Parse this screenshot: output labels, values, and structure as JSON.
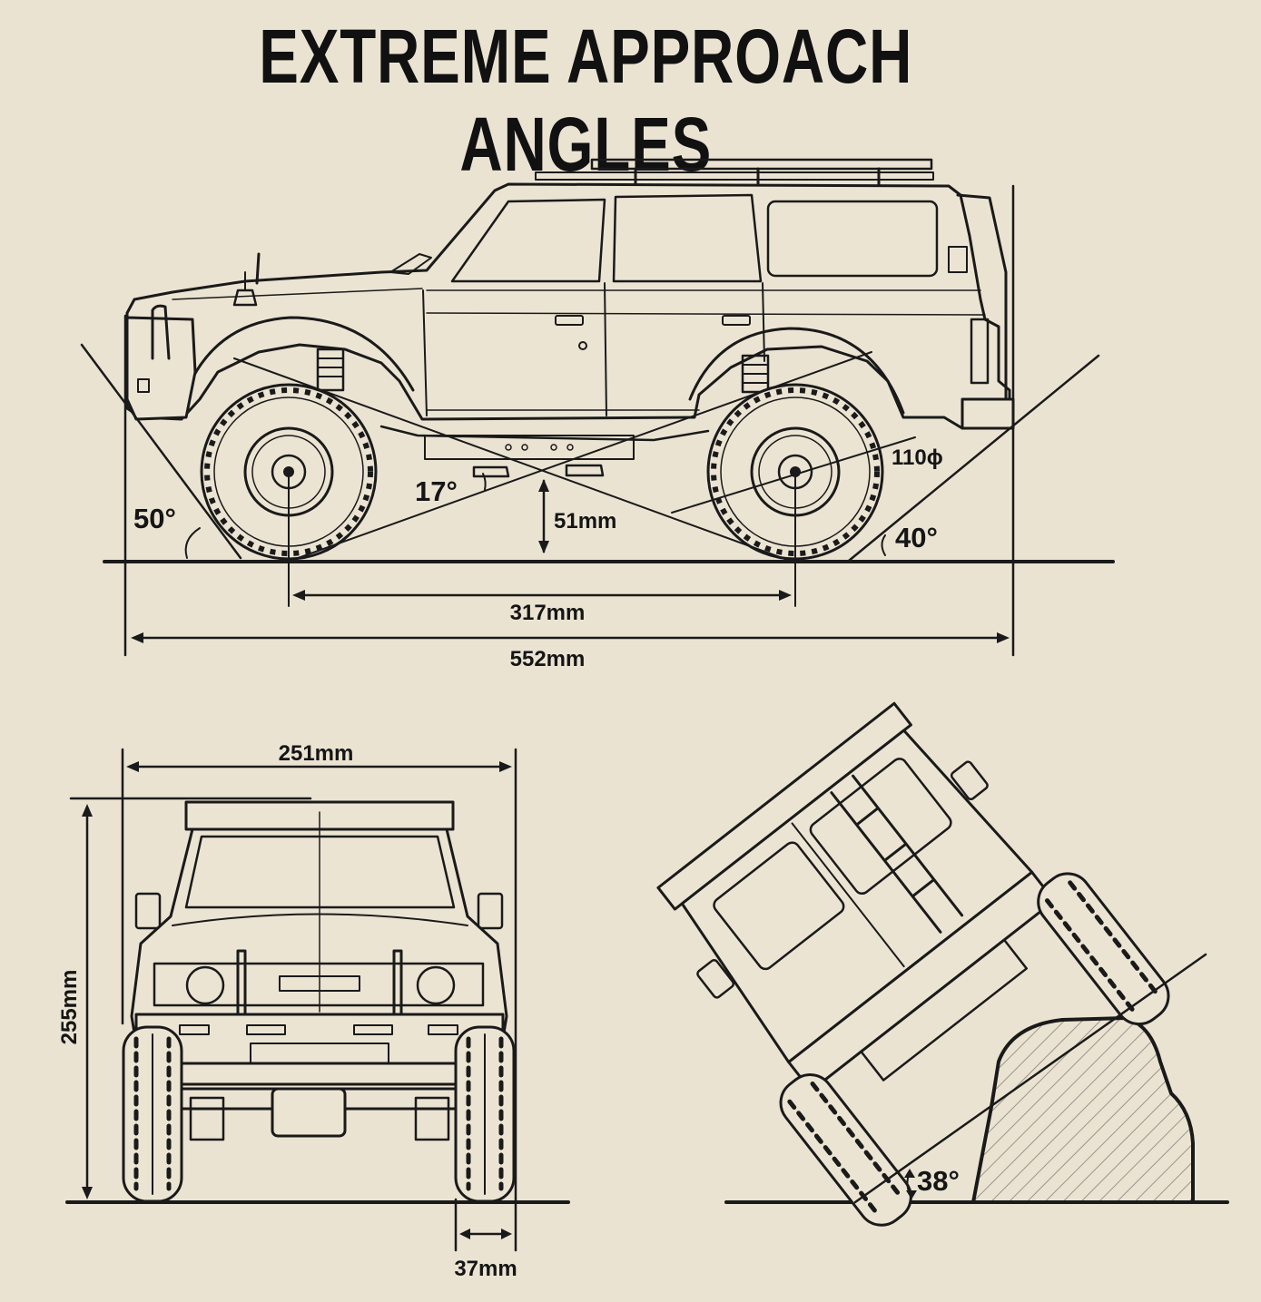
{
  "title": "EXTREME APPROACH ANGLES",
  "side_view": {
    "approach_angle": "50°",
    "departure_angle": "40°",
    "breakover_angle": "17°",
    "ground_clearance": "51mm",
    "wheelbase": "317mm",
    "overall_length": "552mm",
    "tire_diameter": "110ɸ"
  },
  "front_view": {
    "overall_width": "251mm",
    "overall_height": "255mm",
    "tire_width": "37mm"
  },
  "climb_view": {
    "side_slope_angle": "38°"
  },
  "colors": {
    "background": "#ebe3d2",
    "ink": "#151515"
  }
}
